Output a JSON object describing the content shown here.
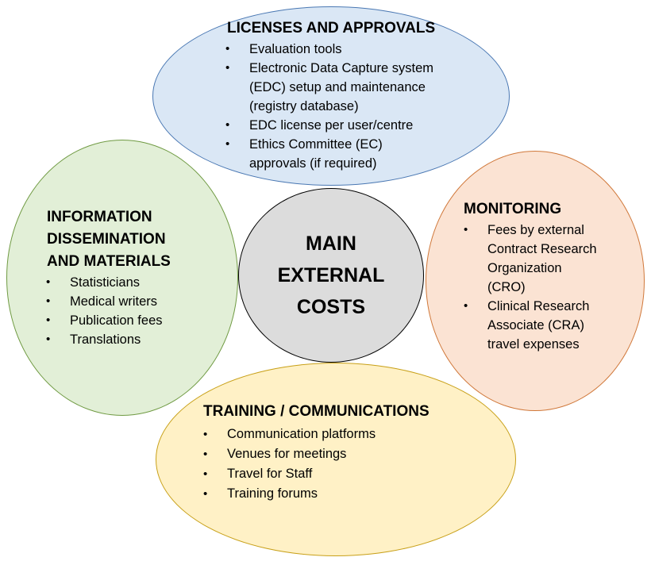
{
  "colors": {
    "top_fill": "#dae7f5",
    "top_stroke": "#4a78b3",
    "left_fill": "#e2efd7",
    "left_stroke": "#6f9a42",
    "right_fill": "#fbe3d3",
    "right_stroke": "#d0783a",
    "bottom_fill": "#fff1c6",
    "bottom_stroke": "#c8a018",
    "center_fill": "#dcdcdc",
    "center_stroke": "#000000"
  },
  "center": {
    "line1": "MAIN",
    "line2": "EXTERNAL",
    "line3": "COSTS"
  },
  "licenses": {
    "title": "LICENSES AND APPROVALS",
    "items": [
      {
        "line1": "Evaluation tools"
      },
      {
        "line1": "Electronic Data Capture system",
        "line2": "(EDC) setup and maintenance",
        "line3": "(registry database)"
      },
      {
        "line1": "EDC license per user/centre"
      },
      {
        "line1": "Ethics Committee (EC)",
        "line2": "approvals (if required)"
      }
    ]
  },
  "information": {
    "title_line1": "INFORMATION",
    "title_line2": "DISSEMINATION",
    "title_line3": "AND MATERIALS",
    "items": [
      "Statisticians",
      "Medical writers",
      "Publication fees",
      "Translations"
    ]
  },
  "monitoring": {
    "title": "MONITORING",
    "items": [
      {
        "line1": "Fees by external",
        "line2": "Contract Research",
        "line3": "Organization",
        "line4": "(CRO)"
      },
      {
        "line1": "Clinical Research",
        "line2": "Associate (CRA)",
        "line3": "travel expenses"
      }
    ]
  },
  "training": {
    "title": "TRAINING / COMMUNICATIONS",
    "items": [
      "Communication platforms",
      "Venues for meetings",
      "Travel for Staff",
      "Training forums"
    ]
  }
}
